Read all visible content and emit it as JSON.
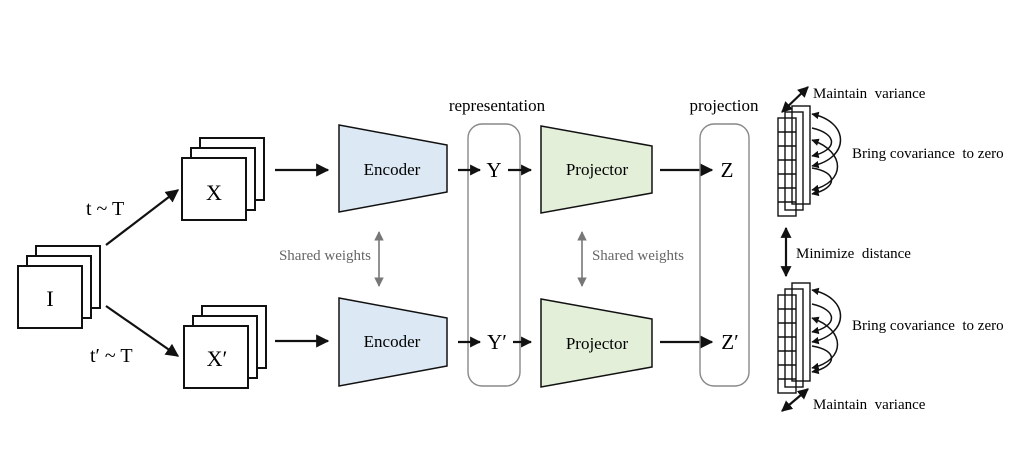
{
  "input": {
    "image_label": "I"
  },
  "transforms": {
    "top": "t ~ T",
    "bottom": "t′ ~ T"
  },
  "views": {
    "top": "X",
    "bottom": "X′"
  },
  "encoders": {
    "top": "Encoder",
    "bottom": "Encoder",
    "shared": "Shared weights"
  },
  "representation": {
    "heading": "representation",
    "top": "Y",
    "bottom": "Y′"
  },
  "projectors": {
    "top": "Projector",
    "bottom": "Projector",
    "shared": "Shared weights"
  },
  "projection": {
    "heading": "projection",
    "top": "Z",
    "bottom": "Z′"
  },
  "regularization": {
    "variance_top": "Maintain  variance",
    "covariance_top": "Bring covariance  to zero",
    "invariance": "Minimize  distance",
    "covariance_bottom": "Bring covariance  to zero",
    "variance_bottom": "Maintain  variance"
  },
  "colors": {
    "encoder_fill": "#dce8f3",
    "projector_fill": "#e3efd9",
    "shared_arrow": "#777777"
  }
}
